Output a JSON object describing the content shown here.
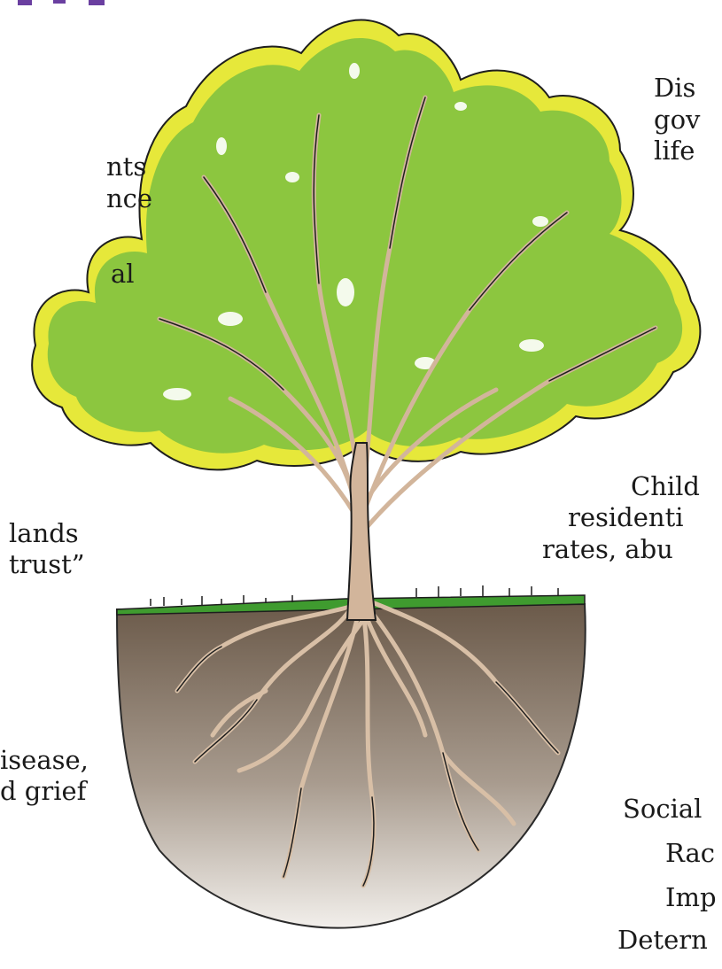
{
  "title_fragment": "...",
  "labels": {
    "top_right_1": "Dis",
    "top_right_2": "gov",
    "top_right_3": "life",
    "left_1": "nts",
    "left_2": "nce",
    "left_3": "al",
    "mid_right_1": "Child",
    "mid_right_2": "residenti",
    "mid_right_3": "rates, abu",
    "mid_left_1": "lands",
    "mid_left_2": "trust”",
    "low_left_1": "isease,",
    "low_left_2": "d grief",
    "low_right_1": "Social",
    "low_right_2": "Rac",
    "low_right_3": "Imp",
    "low_right_4": "Detern"
  },
  "colors": {
    "title": "#6a3fa0",
    "foliage": "#8cc63f",
    "foliage_highlight": "#e6e83a",
    "trunk": "#d2b59b",
    "soil_top": "#6b5a4a",
    "soil_bottom": "#f2efeb",
    "grass": "#3f9b2f"
  }
}
